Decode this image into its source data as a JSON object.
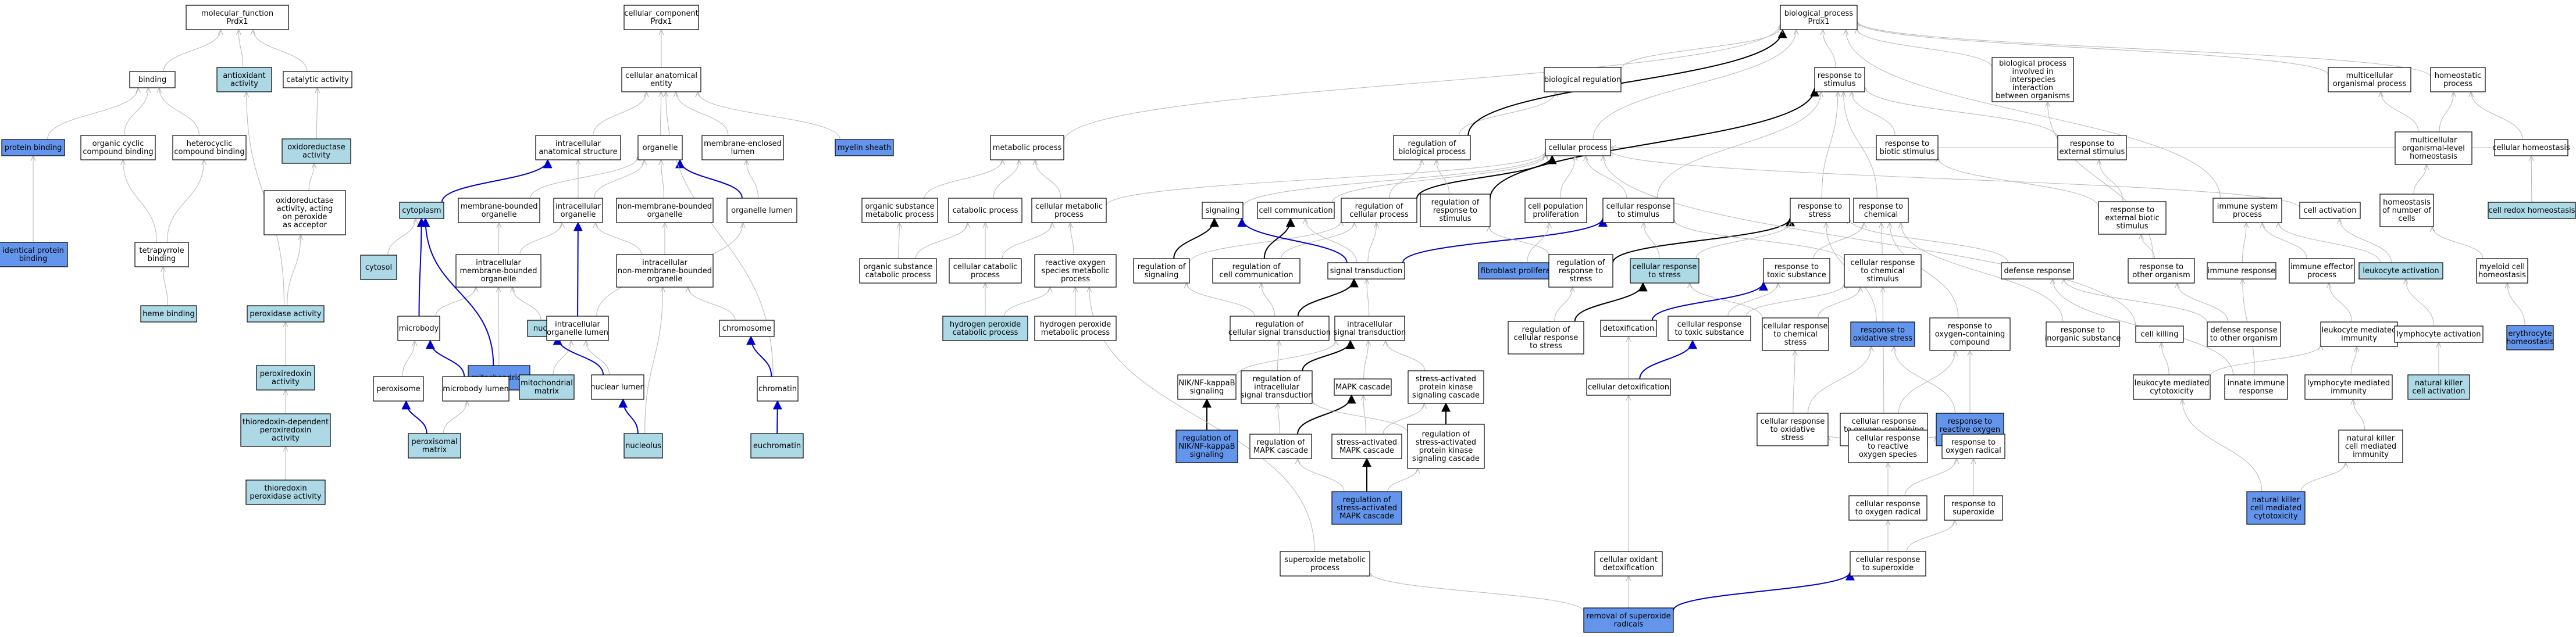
{
  "colors": {
    "plain": "#ffffff",
    "light": "#add8e6",
    "dark": "#6495ed",
    "edge_gray": "#bbbbbb",
    "edge_blue": "#0000cd",
    "edge_black": "#000000"
  },
  "nodes": [
    {
      "id": "mf",
      "label": "molecular_function\nPrdx1",
      "fill": "plain"
    },
    {
      "id": "binding",
      "label": "binding",
      "fill": "plain"
    },
    {
      "id": "antiox",
      "label": "antioxidant\nactivity",
      "fill": "light"
    },
    {
      "id": "catalytic",
      "label": "catalytic activity",
      "fill": "plain"
    },
    {
      "id": "protbind",
      "label": "protein binding",
      "fill": "dark"
    },
    {
      "id": "orgcyc",
      "label": "organic cyclic\ncompound binding",
      "fill": "plain"
    },
    {
      "id": "hetcyc",
      "label": "heterocyclic\ncompound binding",
      "fill": "plain"
    },
    {
      "id": "oxred",
      "label": "oxidoreductase\nactivity",
      "fill": "light"
    },
    {
      "id": "identprot",
      "label": "identical protein\nbinding",
      "fill": "dark"
    },
    {
      "id": "tetrapyr",
      "label": "tetrapyrrole\nbinding",
      "fill": "plain"
    },
    {
      "id": "oxredper",
      "label": "oxidoreductase\nactivity, acting\non peroxide\nas acceptor",
      "fill": "plain"
    },
    {
      "id": "heme",
      "label": "heme binding",
      "fill": "light"
    },
    {
      "id": "peroxidase",
      "label": "peroxidase activity",
      "fill": "light"
    },
    {
      "id": "peroxiredoxin",
      "label": "peroxiredoxin\nactivity",
      "fill": "light"
    },
    {
      "id": "thioredep",
      "label": "thioredoxin-dependent\nperoxiredoxin\nactivity",
      "fill": "light"
    },
    {
      "id": "thioreperox",
      "label": "thioredoxin\nperoxidase activity",
      "fill": "light"
    },
    {
      "id": "cc",
      "label": "cellular_component\nPrdx1",
      "fill": "plain"
    },
    {
      "id": "cae",
      "label": "cellular anatomical\nentity",
      "fill": "plain"
    },
    {
      "id": "intraas",
      "label": "intracellular\nanatomical structure",
      "fill": "plain"
    },
    {
      "id": "organelle",
      "label": "organelle",
      "fill": "plain"
    },
    {
      "id": "membenc",
      "label": "membrane-enclosed\nlumen",
      "fill": "plain"
    },
    {
      "id": "myelin",
      "label": "myelin sheath",
      "fill": "dark"
    },
    {
      "id": "cytoplasm",
      "label": "cytoplasm",
      "fill": "light"
    },
    {
      "id": "membbound",
      "label": "membrane-bounded\norganelle",
      "fill": "plain"
    },
    {
      "id": "intraorg",
      "label": "intracellular\norganelle",
      "fill": "plain"
    },
    {
      "id": "nonmemb",
      "label": "non-membrane-bounded\norganelle",
      "fill": "plain"
    },
    {
      "id": "orglumen",
      "label": "organelle lumen",
      "fill": "plain"
    },
    {
      "id": "cytosol",
      "label": "cytosol",
      "fill": "light"
    },
    {
      "id": "intramemb",
      "label": "intracellular\nmembrane-bounded\norganelle",
      "fill": "plain"
    },
    {
      "id": "intranonmemb",
      "label": "intracellular\nnon-membrane-bounded\norganelle",
      "fill": "plain"
    },
    {
      "id": "microbody",
      "label": "microbody",
      "fill": "plain"
    },
    {
      "id": "mito",
      "label": "mitochondrion",
      "fill": "dark"
    },
    {
      "id": "nucleus",
      "label": "nucleus",
      "fill": "light"
    },
    {
      "id": "intraorglumen",
      "label": "intracellular\norganelle lumen",
      "fill": "plain"
    },
    {
      "id": "chromosome",
      "label": "chromosome",
      "fill": "plain"
    },
    {
      "id": "peroxisome",
      "label": "peroxisome",
      "fill": "plain"
    },
    {
      "id": "microlumen",
      "label": "microbody lumen",
      "fill": "plain"
    },
    {
      "id": "mitomatrix",
      "label": "mitochondrial\nmatrix",
      "fill": "light"
    },
    {
      "id": "nuclumen",
      "label": "nuclear lumen",
      "fill": "plain"
    },
    {
      "id": "chromatin",
      "label": "chromatin",
      "fill": "plain"
    },
    {
      "id": "peroxmatrix",
      "label": "peroxisomal\nmatrix",
      "fill": "light"
    },
    {
      "id": "nucleolus",
      "label": "nucleolus",
      "fill": "light"
    },
    {
      "id": "euchromatin",
      "label": "euchromatin",
      "fill": "light"
    },
    {
      "id": "bp",
      "label": "biological_process\nPrdx1",
      "fill": "plain"
    },
    {
      "id": "metab",
      "label": "metabolic process",
      "fill": "plain"
    },
    {
      "id": "regbio",
      "label": "regulation of\nbiological process",
      "fill": "plain"
    },
    {
      "id": "bioreg",
      "label": "biological regulation",
      "fill": "plain"
    },
    {
      "id": "respstim",
      "label": "response to\nstimulus",
      "fill": "plain"
    },
    {
      "id": "interspecies",
      "label": "biological process\ninvolved in\ninterspecies\ninteraction\nbetween organisms",
      "fill": "plain"
    },
    {
      "id": "multiorg",
      "label": "multicellular\norganismal process",
      "fill": "plain"
    },
    {
      "id": "homeoproc",
      "label": "homeostatic\nprocess",
      "fill": "plain"
    },
    {
      "id": "orgsubst",
      "label": "organic substance\nmetabolic process",
      "fill": "plain"
    },
    {
      "id": "catabolic",
      "label": "catabolic process",
      "fill": "plain"
    },
    {
      "id": "cellmetab",
      "label": "cellular metabolic\nprocess",
      "fill": "plain"
    },
    {
      "id": "cellproc",
      "label": "cellular process",
      "fill": "plain"
    },
    {
      "id": "respbiotic",
      "label": "response to\nbiotic stimulus",
      "fill": "plain"
    },
    {
      "id": "respext",
      "label": "response to\nexternal stimulus",
      "fill": "plain"
    },
    {
      "id": "multihomeo",
      "label": "multicellular\norganismal-level\nhomeostasis",
      "fill": "plain"
    },
    {
      "id": "cellhomeo",
      "label": "cellular homeostasis",
      "fill": "plain"
    },
    {
      "id": "signaling",
      "label": "signaling",
      "fill": "plain"
    },
    {
      "id": "cellcomm",
      "label": "cell communication",
      "fill": "plain"
    },
    {
      "id": "regcellproc",
      "label": "regulation of\ncellular process",
      "fill": "plain"
    },
    {
      "id": "regrespstim",
      "label": "regulation of\nresponse to\nstimulus",
      "fill": "plain"
    },
    {
      "id": "cellpop",
      "label": "cell population\nproliferation",
      "fill": "plain"
    },
    {
      "id": "cellrespstim",
      "label": "cellular response\nto stimulus",
      "fill": "plain"
    },
    {
      "id": "respstress",
      "label": "response to\nstress",
      "fill": "plain"
    },
    {
      "id": "respchem",
      "label": "response to\nchemical",
      "fill": "plain"
    },
    {
      "id": "respextbio",
      "label": "response to\nexternal biotic\nstimulus",
      "fill": "plain"
    },
    {
      "id": "immsys",
      "label": "immune system\nprocess",
      "fill": "plain"
    },
    {
      "id": "cellact",
      "label": "cell activation",
      "fill": "plain"
    },
    {
      "id": "homeonum",
      "label": "homeostasis\nof number of\ncells",
      "fill": "plain"
    },
    {
      "id": "cellredox",
      "label": "cell redox homeostasis",
      "fill": "light"
    },
    {
      "id": "orgsubstcat",
      "label": "organic substance\ncatabolic process",
      "fill": "plain"
    },
    {
      "id": "cellcat",
      "label": "cellular catabolic\nprocess",
      "fill": "plain"
    },
    {
      "id": "ros",
      "label": "reactive oxygen\nspecies metabolic\nprocess",
      "fill": "plain"
    },
    {
      "id": "regsig",
      "label": "regulation of\nsignaling",
      "fill": "plain"
    },
    {
      "id": "regcellcomm",
      "label": "regulation of\ncell communication",
      "fill": "plain"
    },
    {
      "id": "sigtrans",
      "label": "signal transduction",
      "fill": "plain"
    },
    {
      "id": "fibro",
      "label": "fibroblast proliferation",
      "fill": "dark"
    },
    {
      "id": "regrespstress",
      "label": "regulation of\nresponse to\nstress",
      "fill": "plain"
    },
    {
      "id": "cellrespstress",
      "label": "cellular response\nto stress",
      "fill": "light"
    },
    {
      "id": "resptoxic",
      "label": "response to\ntoxic substance",
      "fill": "plain"
    },
    {
      "id": "cellrespchemstim",
      "label": "cellular response\nto chemical\nstimulus",
      "fill": "plain"
    },
    {
      "id": "defresp",
      "label": "defense response",
      "fill": "plain"
    },
    {
      "id": "respother",
      "label": "response to\nother organism",
      "fill": "plain"
    },
    {
      "id": "immresp",
      "label": "immune response",
      "fill": "plain"
    },
    {
      "id": "immeff",
      "label": "immune effector\nprocess",
      "fill": "plain"
    },
    {
      "id": "leukact",
      "label": "leukocyte activation",
      "fill": "light"
    },
    {
      "id": "myeloid",
      "label": "myeloid cell\nhomeostasis",
      "fill": "plain"
    },
    {
      "id": "h2o2cat",
      "label": "hydrogen peroxide\ncatabolic process",
      "fill": "light"
    },
    {
      "id": "h2o2met",
      "label": "hydrogen peroxide\nmetabolic process",
      "fill": "plain"
    },
    {
      "id": "regcellsig",
      "label": "regulation of\ncellular signal transduction",
      "fill": "plain"
    },
    {
      "id": "intrasig",
      "label": "intracellular\nsignal transduction",
      "fill": "plain"
    },
    {
      "id": "regcellrespstress",
      "label": "regulation of\ncellular response\nto stress",
      "fill": "plain"
    },
    {
      "id": "detox",
      "label": "detoxification",
      "fill": "plain"
    },
    {
      "id": "cellresptoxic",
      "label": "cellular response\nto toxic substance",
      "fill": "plain"
    },
    {
      "id": "cellrespchemstress",
      "label": "cellular response\nto chemical\nstress",
      "fill": "plain"
    },
    {
      "id": "respoxstress",
      "label": "response to\noxidative stress",
      "fill": "dark"
    },
    {
      "id": "respoxcomp",
      "label": "response to\noxygen-containing\ncompound",
      "fill": "plain"
    },
    {
      "id": "respinorg",
      "label": "response to\ninorganic substance",
      "fill": "plain"
    },
    {
      "id": "cellkill",
      "label": "cell killing",
      "fill": "plain"
    },
    {
      "id": "defother",
      "label": "defense response\nto other organism",
      "fill": "plain"
    },
    {
      "id": "leukmed",
      "label": "leukocyte mediated\nimmunity",
      "fill": "plain"
    },
    {
      "id": "lymphact",
      "label": "lymphocyte activation",
      "fill": "plain"
    },
    {
      "id": "erythro",
      "label": "erythrocyte\nhomeostasis",
      "fill": "dark"
    },
    {
      "id": "nikkb",
      "label": "NIK/NF-kappaB\nsignaling",
      "fill": "plain"
    },
    {
      "id": "regintrasig",
      "label": "regulation of\nintracellular\nsignal transduction",
      "fill": "plain"
    },
    {
      "id": "mapk",
      "label": "MAPK cascade",
      "fill": "plain"
    },
    {
      "id": "sapk",
      "label": "stress-activated\nprotein kinase\nsignaling cascade",
      "fill": "plain"
    },
    {
      "id": "celldetox",
      "label": "cellular detoxification",
      "fill": "plain"
    },
    {
      "id": "cellrespox",
      "label": "cellular response\nto oxidative\nstress",
      "fill": "plain"
    },
    {
      "id": "cellrespoxcomp",
      "label": "cellular response\nto oxygen-containing\ncompound",
      "fill": "plain"
    },
    {
      "id": "resproschem",
      "label": "response to\nreactive oxygen\nspecies",
      "fill": "dark"
    },
    {
      "id": "leukcyto",
      "label": "leukocyte mediated\ncytotoxicity",
      "fill": "plain"
    },
    {
      "id": "innate",
      "label": "innate immune\nresponse",
      "fill": "plain"
    },
    {
      "id": "lymphmed",
      "label": "lymphocyte mediated\nimmunity",
      "fill": "plain"
    },
    {
      "id": "nkact",
      "label": "natural killer\ncell activation",
      "fill": "light"
    },
    {
      "id": "regnikkb",
      "label": "regulation of\nNIK/NF-kappaB\nsignaling",
      "fill": "dark"
    },
    {
      "id": "regmapk",
      "label": "regulation of\nMAPK cascade",
      "fill": "plain"
    },
    {
      "id": "samapk",
      "label": "stress-activated\nMAPK cascade",
      "fill": "plain"
    },
    {
      "id": "regsapk",
      "label": "regulation of\nstress-activated\nprotein kinase\nsignaling cascade",
      "fill": "plain"
    },
    {
      "id": "cellrespros",
      "label": "cellular response\nto reactive\noxygen species",
      "fill": "plain"
    },
    {
      "id": "respoxrad",
      "label": "response to\noxygen radical",
      "fill": "plain"
    },
    {
      "id": "nkmed",
      "label": "natural killer\ncell mediated\nimmunity",
      "fill": "plain"
    },
    {
      "id": "regsamapk",
      "label": "regulation of\nstress-activated\nMAPK cascade",
      "fill": "dark"
    },
    {
      "id": "cellrespoxrad",
      "label": "cellular response\nto oxygen radical",
      "fill": "plain"
    },
    {
      "id": "respsuperox",
      "label": "response to\nsuperoxide",
      "fill": "plain"
    },
    {
      "id": "nkcyto",
      "label": "natural killer\ncell mediated\ncytotoxicity",
      "fill": "dark"
    },
    {
      "id": "superoxmet",
      "label": "superoxide metabolic\nprocess",
      "fill": "plain"
    },
    {
      "id": "celloxdetox",
      "label": "cellular oxidant\ndetoxification",
      "fill": "plain"
    },
    {
      "id": "cellrespsuperox",
      "label": "cellular response\nto superoxide",
      "fill": "plain"
    },
    {
      "id": "removal",
      "label": "removal of superoxide\nradicals",
      "fill": "dark"
    }
  ]
}
